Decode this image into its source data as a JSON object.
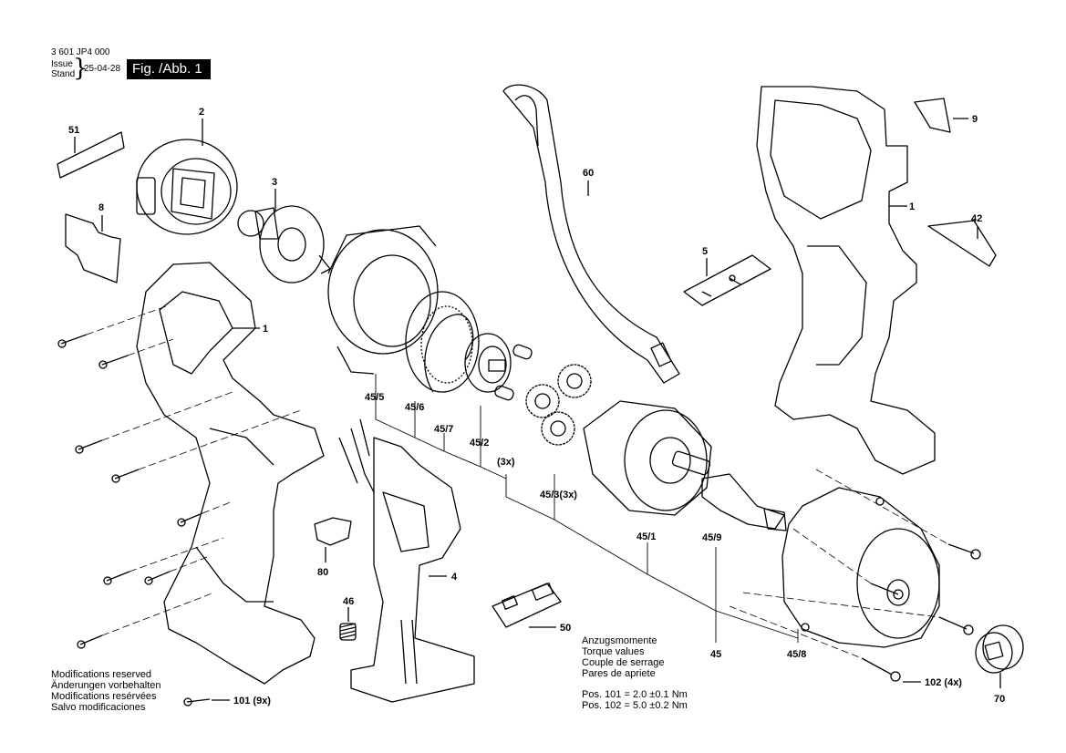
{
  "header": {
    "doc_number": "3 601 JP4 000",
    "issue_label": "Issue",
    "stand_label": "Stand",
    "date": "25-04-28",
    "figure_label": "Fig. /Abb. 1"
  },
  "labels": {
    "p51": "51",
    "p2": "2",
    "p3": "3",
    "p8": "8",
    "p1_left": "1",
    "p60": "60",
    "p5": "5",
    "p9": "9",
    "p1_right": "1",
    "p42": "42",
    "p45_5": "45/5",
    "p45_6": "45/6",
    "p45_7": "45/7",
    "p45_2": "45/2",
    "p3x": "(3x)",
    "p45_3": "45/3(3x)",
    "p45_1": "45/1",
    "p45_9": "45/9",
    "p4": "4",
    "p80": "80",
    "p46": "46",
    "p50": "50",
    "p45": "45",
    "p45_8": "45/8",
    "p101": "101 (9x)",
    "p102": "102 (4x)",
    "p70": "70"
  },
  "modifications": [
    "Modifications reserved",
    "Änderungen vorbehalten",
    "Modifications resérvées",
    "Salvo modificaciones"
  ],
  "torque": {
    "heading": [
      "Anzugsmomente",
      "Torque values",
      "Couple de serrage",
      "Pares de apriete"
    ],
    "pos101": "Pos. 101 = 2.0 ±0.1 Nm",
    "pos102": "Pos. 102 = 5.0 ±0.2 Nm"
  }
}
